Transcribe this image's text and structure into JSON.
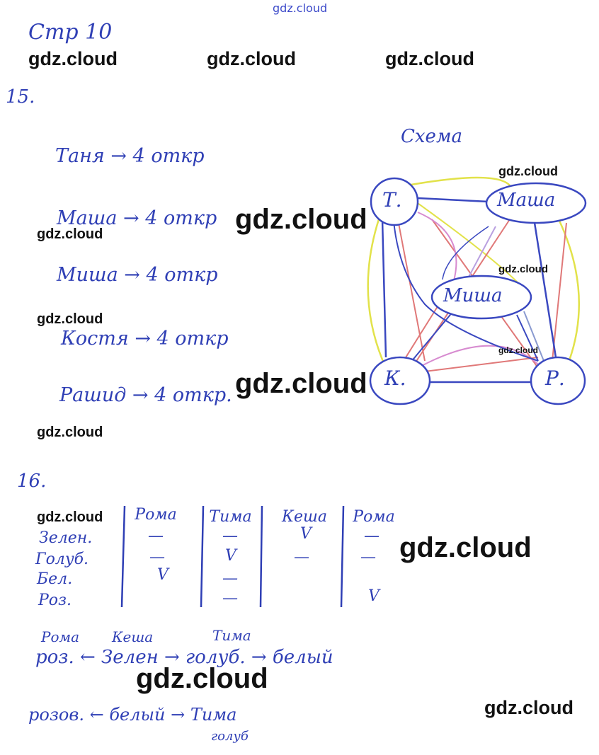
{
  "watermark_top": "gdz.cloud",
  "page_header": "Стр 10",
  "watermarks": [
    "gdz.cloud",
    "gdz.cloud",
    "gdz.cloud",
    "gdz.cloud",
    "gdz.cloud",
    "gdz.cloud",
    "gdz.cloud",
    "gdz.cloud",
    "gdz.cloud",
    "gdz.cloud",
    "gdz.cloud",
    "gdz.cloud",
    "gdz.cloud",
    "gdz.cloud",
    "gdz.cloud"
  ],
  "task15": {
    "number": "15.",
    "lines": [
      "Таня → 4 откр",
      "Маша → 4 откр",
      "Миша → 4 откр",
      "Костя → 4 откр",
      "Рашид → 4 откр."
    ],
    "scheme_title": "Схема",
    "nodes": [
      "Т.",
      "Маша",
      "Миша",
      "К.",
      "Р."
    ]
  },
  "task16": {
    "number": "16.",
    "columns": [
      "Рома",
      "Тима",
      "Кеша",
      "Рома"
    ],
    "rows": [
      {
        "label": "Зелен.",
        "cells": [
          "—",
          "—",
          "V",
          "—"
        ]
      },
      {
        "label": "Голуб.",
        "cells": [
          "—",
          "V",
          "—",
          "—"
        ]
      },
      {
        "label": "Бел.",
        "cells": [
          "V",
          "—",
          "",
          ""
        ]
      },
      {
        "label": "Роз.",
        "cells": [
          "",
          "—",
          "",
          "V"
        ]
      }
    ],
    "line1_top": [
      "Рома",
      "Кеша",
      "Тима"
    ],
    "line1": "роз. ← Зелен → голуб. → белый",
    "line2": "розов. ← белый → Тима",
    "line2_sub": "голуб"
  }
}
